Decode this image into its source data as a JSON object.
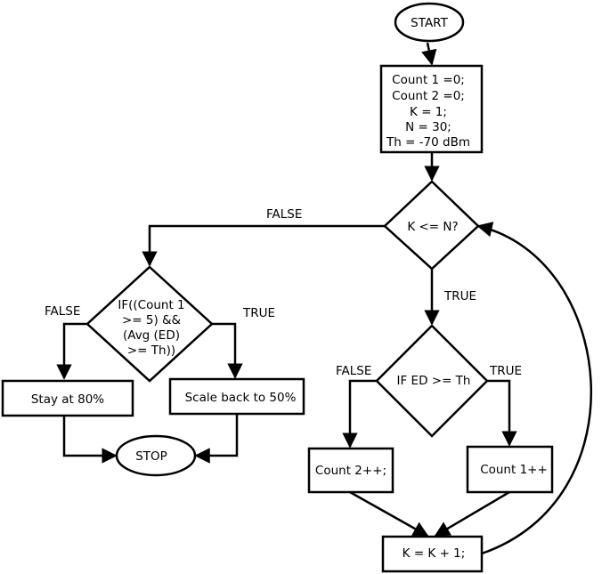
{
  "nodes": {
    "start": "START",
    "init": {
      "lines": [
        "Count 1 =0;",
        "Count 2 =0;",
        "K = 1;",
        "N = 30;",
        "Th = -70 dBm"
      ]
    },
    "loop_check": "K <= N?",
    "final_check": {
      "lines": [
        "IF((Count 1",
        ">= 5) &&",
        "(Avg (ED)",
        ">= Th))"
      ]
    },
    "ed_check": "IF ED >= Th",
    "stay": "Stay at 80%",
    "scale_back": "Scale back to 50%",
    "stop": "STOP",
    "count2_inc": "Count 2++;",
    "count1_inc": "Count 1++",
    "k_inc": "K = K + 1;"
  },
  "edge_labels": {
    "loop_false": "FALSE",
    "loop_true": "TRUE",
    "final_false": "FALSE",
    "final_true": "TRUE",
    "ed_false": "FALSE",
    "ed_true": "TRUE"
  }
}
